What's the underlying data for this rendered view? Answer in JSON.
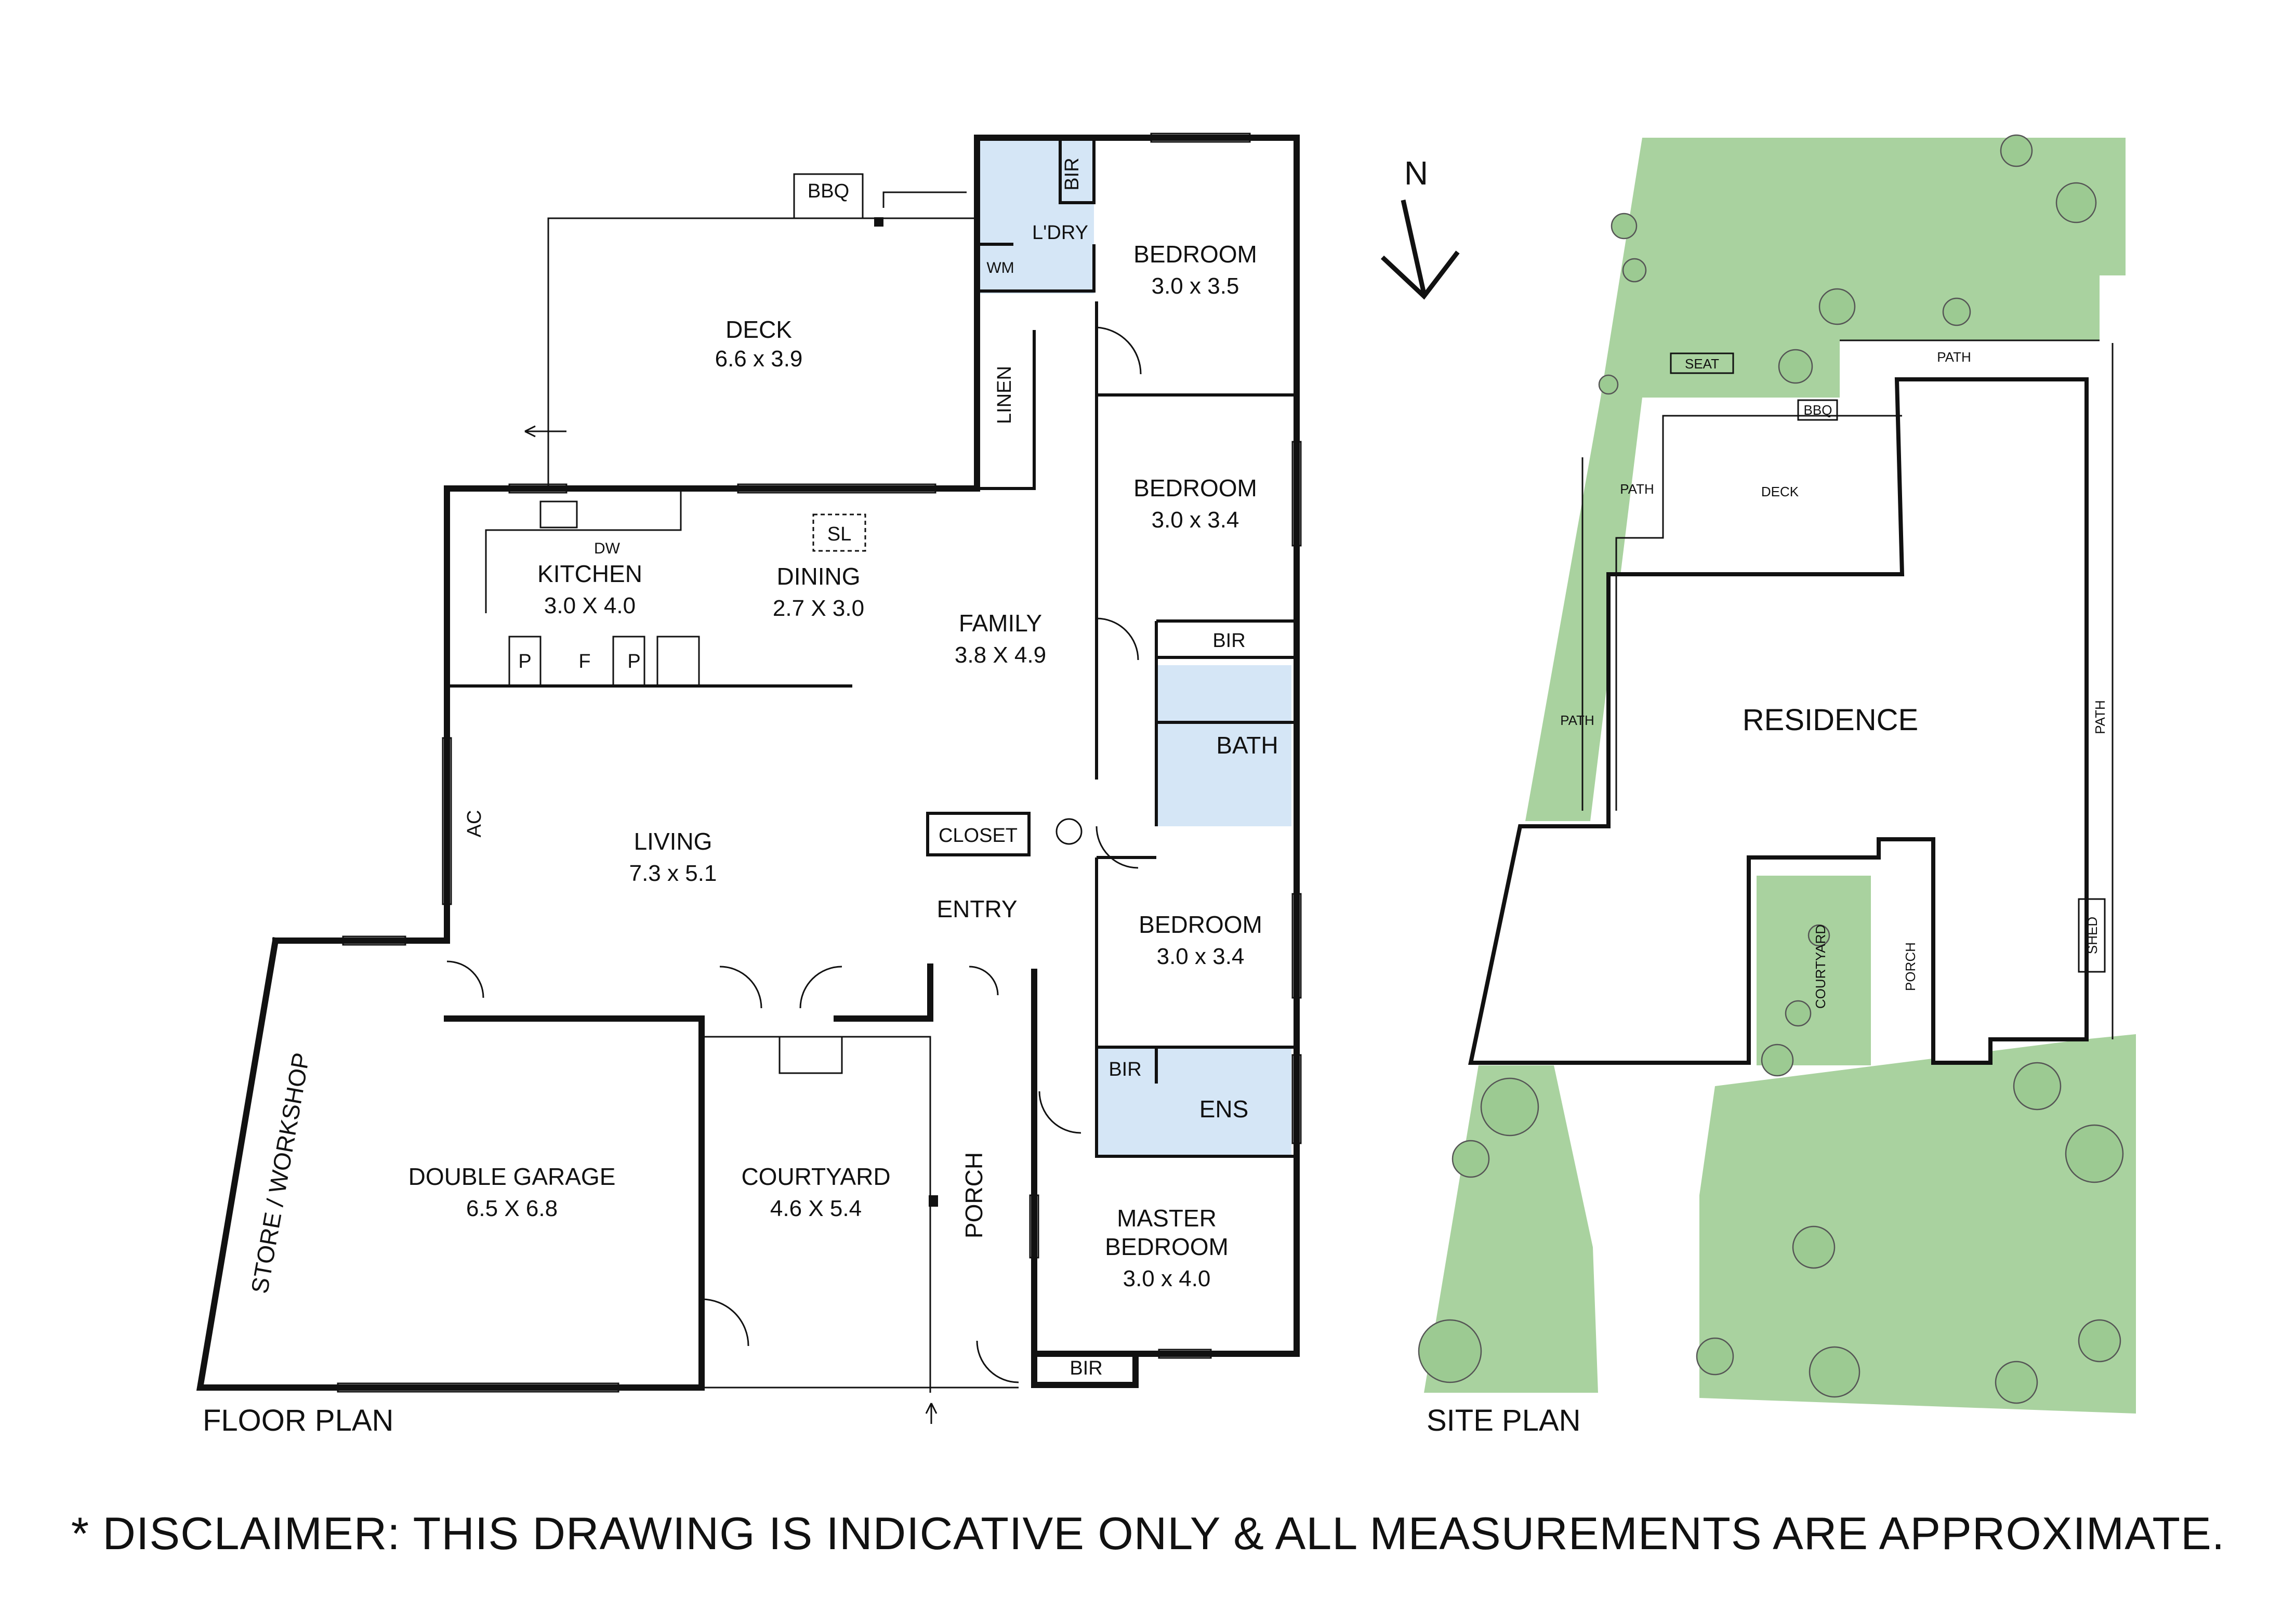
{
  "floor_plan": {
    "caption": "FLOOR PLAN",
    "rooms": {
      "deck": {
        "name": "DECK",
        "dim": "6.6 x 3.9"
      },
      "bbq": "BBQ",
      "laundry": "L'DRY",
      "wm": "WM",
      "bir": "BIR",
      "linen": "LINEN",
      "bedroom1": {
        "name": "BEDROOM",
        "dim": "3.0 x 3.5"
      },
      "bedroom2": {
        "name": "BEDROOM",
        "dim": "3.0 x 3.4"
      },
      "bedroom3": {
        "name": "BEDROOM",
        "dim": "3.0 x 3.4"
      },
      "master": {
        "name1": "MASTER",
        "name2": "BEDROOM",
        "dim": "3.0 x 4.0"
      },
      "kitchen": {
        "name": "KITCHEN",
        "dim": "3.0 X 4.0"
      },
      "dining": {
        "name": "DINING",
        "dim": "2.7 X 3.0"
      },
      "family": {
        "name": "FAMILY",
        "dim": "3.8 X 4.9"
      },
      "living": {
        "name": "LIVING",
        "dim": "7.3 x 5.1"
      },
      "bath": "BATH",
      "ens": "ENS",
      "closet": "CLOSET",
      "entry": "ENTRY",
      "porch": "PORCH",
      "courtyard": {
        "name": "COURTYARD",
        "dim": "4.6 X 5.4"
      },
      "garage": {
        "name": "DOUBLE GARAGE",
        "dim": "6.5 X 6.8"
      },
      "store": "STORE / WORKSHOP",
      "sl": "SL",
      "dw": "DW",
      "ac": "AC",
      "p": "P",
      "f": "F"
    }
  },
  "site_plan": {
    "caption": "SITE PLAN",
    "north": "N",
    "labels": {
      "residence": "RESIDENCE",
      "deck": "DECK",
      "bbq": "BBQ",
      "seat": "SEAT",
      "path": "PATH",
      "courtyard": "COURTYARD",
      "porch": "PORCH",
      "shed": "SHED"
    }
  },
  "disclaimer": "* DISCLAIMER: THIS DRAWING IS INDICATIVE ONLY & ALL MEASUREMENTS ARE APPROXIMATE.",
  "colors": {
    "wet_area": "#d5e6f6",
    "garden": "#a9d29f",
    "wall": "#111111"
  }
}
